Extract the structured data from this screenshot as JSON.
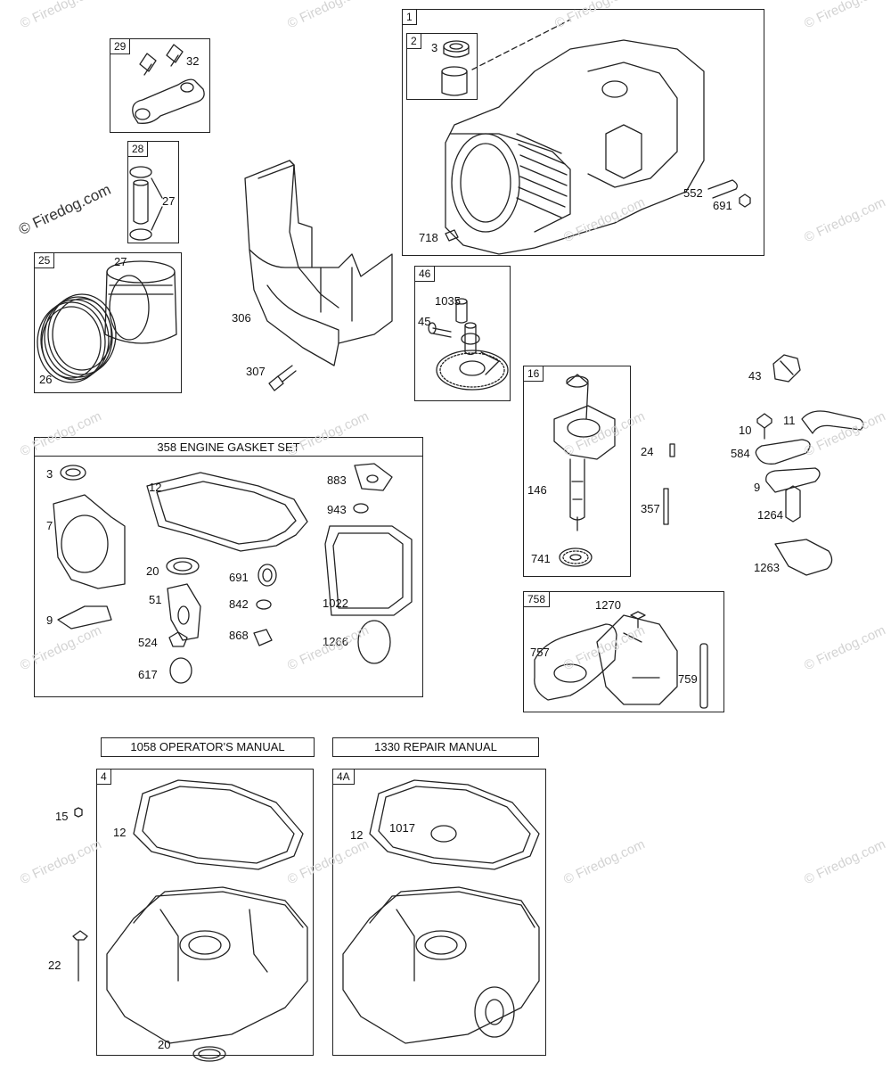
{
  "watermark": "© Firedog.com",
  "group_boxes": {
    "b1": "1",
    "b2": "2",
    "b29": "29",
    "b28": "28",
    "b25": "25",
    "b46": "46",
    "b16": "16",
    "b358": "",
    "b758": "758",
    "b4": "4",
    "b4a": "4A"
  },
  "banners": {
    "gasket_set": "358 ENGINE GASKET SET",
    "operators_manual": "1058 OPERATOR'S MANUAL",
    "repair_manual": "1330 REPAIR MANUAL"
  },
  "callouts": {
    "c3a": "3",
    "c552": "552",
    "c691a": "691",
    "c718": "718",
    "c32": "32",
    "c27a": "27",
    "c27b": "27",
    "c26": "26",
    "c306": "306",
    "c307": "307",
    "c1035": "1035",
    "c45": "45",
    "c43": "43",
    "c10": "10",
    "c11": "11",
    "c584": "584",
    "c9a": "9",
    "c1264": "1264",
    "c1263": "1263",
    "c24": "24",
    "c146": "146",
    "c357": "357",
    "c741": "741",
    "c3b": "3",
    "c12a": "12",
    "c883": "883",
    "c943": "943",
    "c7": "7",
    "c20a": "20",
    "c691b": "691",
    "c1022": "1022",
    "c51": "51",
    "c842": "842",
    "c9b": "9",
    "c524": "524",
    "c868": "868",
    "c1266": "1266",
    "c617": "617",
    "c1270": "1270",
    "c757": "757",
    "c759": "759",
    "c15": "15",
    "c12b": "12",
    "c22": "22",
    "c20b": "20",
    "c12c": "12",
    "c1017": "1017"
  }
}
